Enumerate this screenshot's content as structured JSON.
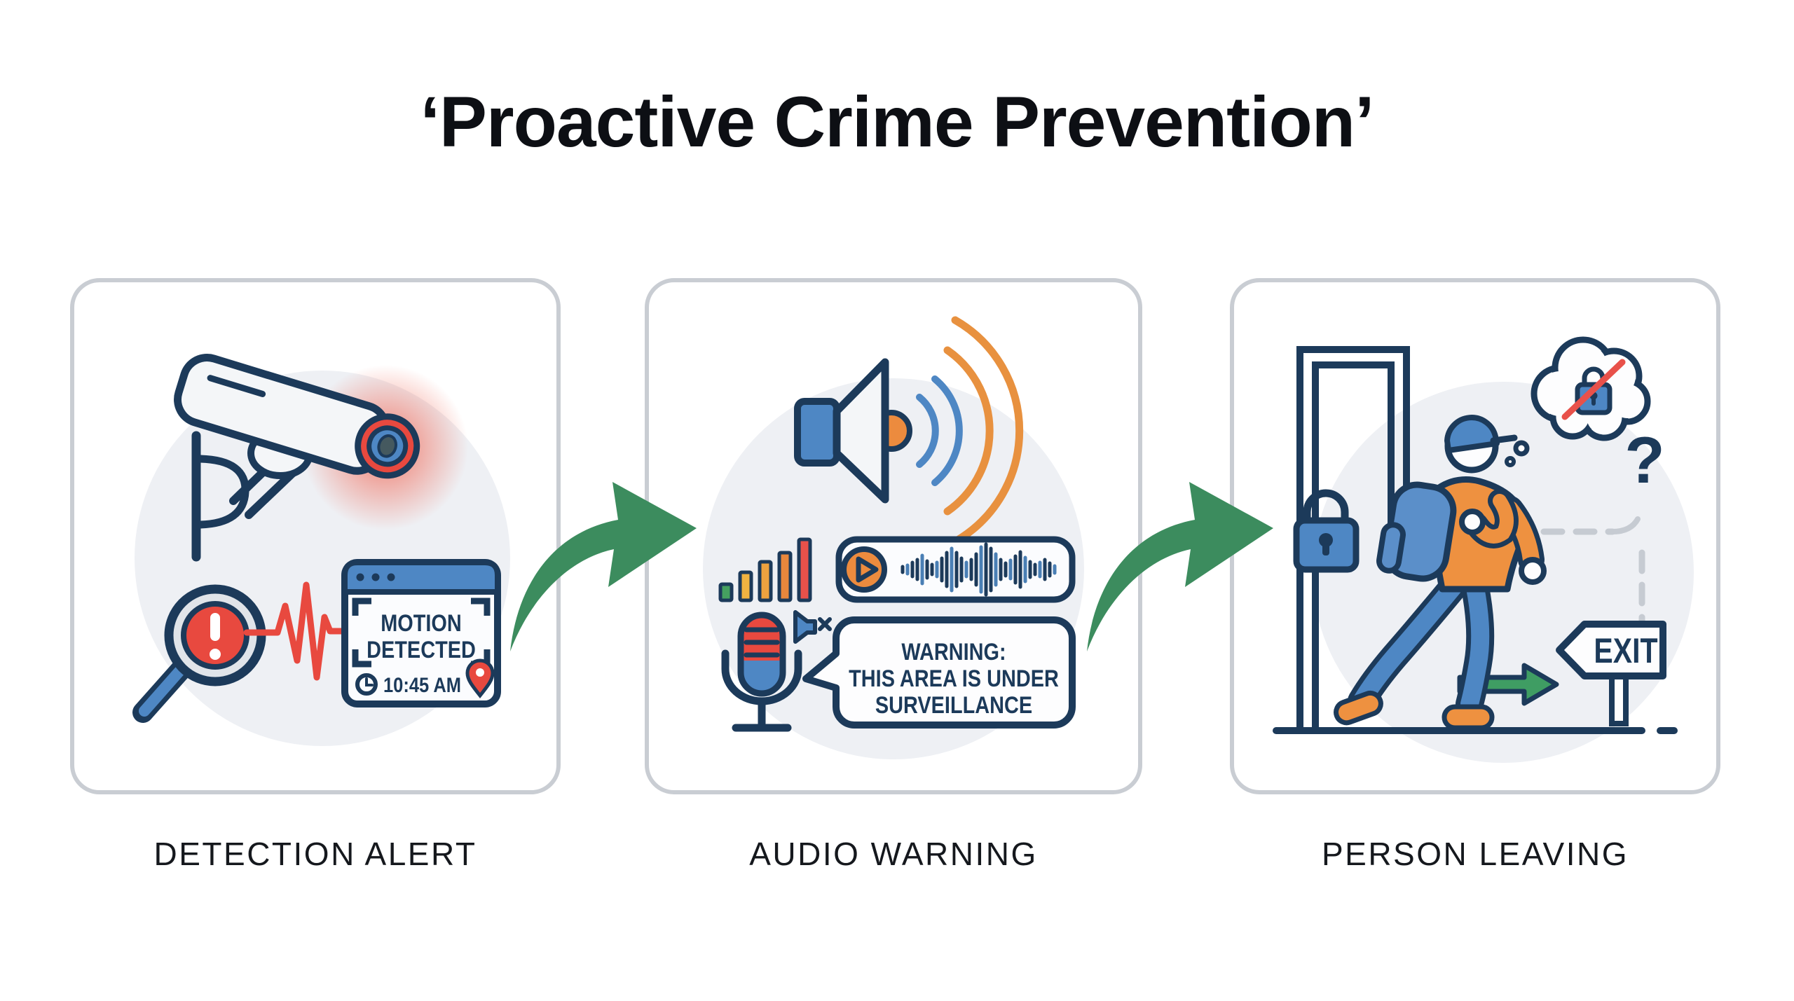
{
  "title": "‘Proactive Crime Prevention’",
  "panels": [
    {
      "id": "detection-alert",
      "label": "DETECTION ALERT",
      "alert_window": {
        "line1": "MOTION",
        "line2": "DETECTED",
        "time": "10:45 AM"
      }
    },
    {
      "id": "audio-warning",
      "label": "AUDIO WARNING",
      "warning_bubble": {
        "line1": "WARNING:",
        "line2": "THIS AREA IS UNDER",
        "line3": "SURVEILLANCE"
      }
    },
    {
      "id": "person-leaving",
      "label": "PERSON LEAVING",
      "exit_sign_text": "EXIT",
      "question_mark": "?"
    }
  ],
  "colors": {
    "outline_navy": "#1c3a5a",
    "primary_blue": "#4e87c4",
    "accent_orange": "#ec8b3e",
    "alert_red": "#e8493f",
    "arrow_green": "#3c8c5e",
    "exit_arrow_green": "#3f9d63",
    "signal_amber": "#f0b341",
    "signal_green": "#45a060",
    "panel_border": "#c9cdd3",
    "soft_gray_backdrop": "#eef0f4",
    "muted_gray": "#c6cbd2",
    "window_header_blue": "#4e87c4"
  },
  "icons": [
    "cctv-camera-icon",
    "magnifier-alert-icon",
    "pulse-line-icon",
    "alert-window-icon",
    "clock-icon",
    "location-pin-icon",
    "speaker-icon",
    "sound-waves-icon",
    "signal-bars-icon",
    "microphone-icon",
    "muted-speaker-icon",
    "audio-player-icon",
    "play-icon",
    "waveform-icon",
    "speech-bubble-icon",
    "door-frame-icon",
    "padlock-icon",
    "walking-person-icon",
    "thought-bubble-icon",
    "no-lock-icon",
    "exit-sign-icon",
    "exit-arrow-icon",
    "flow-arrow-icon"
  ]
}
